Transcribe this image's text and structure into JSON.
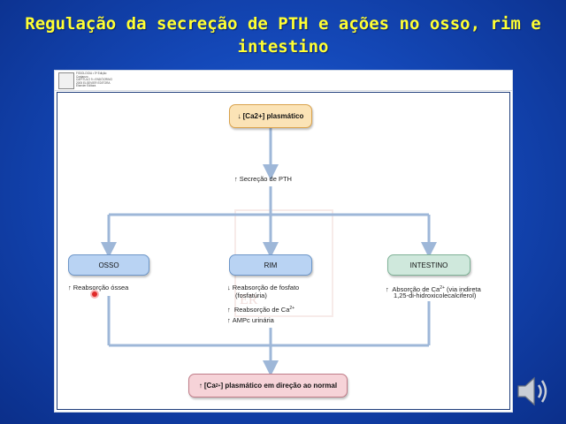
{
  "slide": {
    "title": "Regulação da secreção de PTH e ações no osso, rim e intestino"
  },
  "publisher": {
    "lines": [
      "FISIOLOGIA • 3ª Edição",
      "Costanzo",
      "CAPÍTULO 9 • ENDÓCRINO",
      "2005 ELSEVIER EDITORA",
      "Elsevier Editora"
    ]
  },
  "diagram": {
    "top_node": "[Ca2+] plasmático",
    "pth_label": "Secreção de PTH",
    "targets": {
      "osso": "OSSO",
      "rim": "RIM",
      "intestino": "INTESTINO"
    },
    "osso_effects": [
      "Reabsorção óssea"
    ],
    "rim_effects": {
      "fosfato_line1": "Reabsorção de fosfato",
      "fosfato_line2": "(fosfatúria)",
      "calcio": "Reabsorção de Ca",
      "ampc": "AMPc urinária"
    },
    "intestino_effects": {
      "line1_prefix": "Absorção de Ca",
      "line1_suffix": " (via indireta",
      "line2": "1,25-di-hidroxicolecalciferol)"
    },
    "bottom_node_prefix": "[Ca",
    "bottom_node_suffix": "] plasmático em direção ao normal",
    "superscript": "2+",
    "watermark": "ER"
  },
  "colors": {
    "background": "#1448b8",
    "title": "#ffff33",
    "connector": "#9eb7d8",
    "top_node": "#fbe3b6",
    "target_node": "#b9d3f3",
    "intestine_node": "#cfe8dc",
    "bottom_node": "#f6d3d8"
  },
  "icons": [
    "arrow-up-icon",
    "arrow-down-icon",
    "speaker-icon"
  ]
}
